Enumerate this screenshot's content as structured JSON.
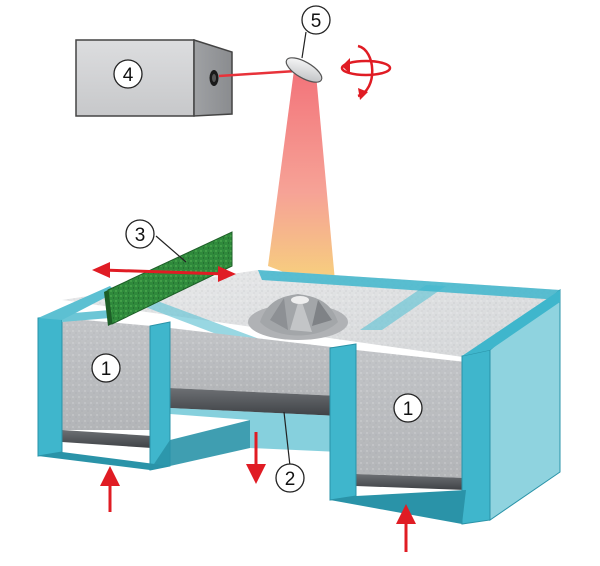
{
  "callouts": {
    "powder_left": "1",
    "powder_right": "1",
    "build_platform": "2",
    "recoater": "3",
    "laser": "4",
    "scanner_mirror": "5"
  },
  "colors": {
    "frame_cyan": "#3fb6cc",
    "frame_cyan_dark": "#2a93a8",
    "arrow_red": "#e01c24",
    "laser_red": "#e8323a",
    "laser_yellow": "#f4d36b",
    "recoater_green": "#2f8a3c",
    "powder_gray": "#c9cbcd",
    "box_gray": "#d2d3d4"
  },
  "icons": {
    "motion_arrows": "double-headed-arrow",
    "rotation": "rotation-arrows-icon",
    "piston": "vertical-arrow"
  }
}
